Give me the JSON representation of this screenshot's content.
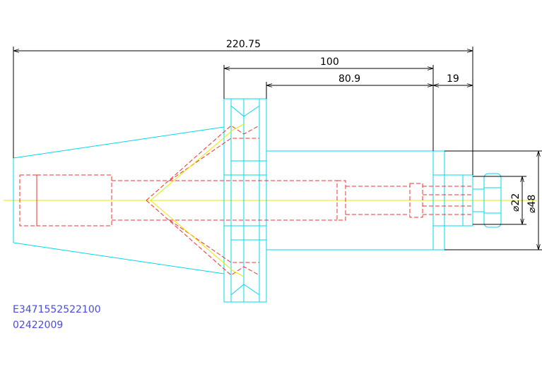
{
  "dimensions": {
    "overall_length": "220.75",
    "length_100": "100",
    "length_80_9": "80.9",
    "length_19": "19",
    "diameter_22": "⌀22",
    "diameter_48": "⌀48"
  },
  "part_code": {
    "line1": "E3471552522100",
    "line2": "02422009"
  },
  "colors": {
    "outline": "#00d8f0",
    "hidden": "#f03030",
    "centerline": "#e8e800",
    "dimension": "#000000",
    "code_text": "#4a4ae0"
  }
}
